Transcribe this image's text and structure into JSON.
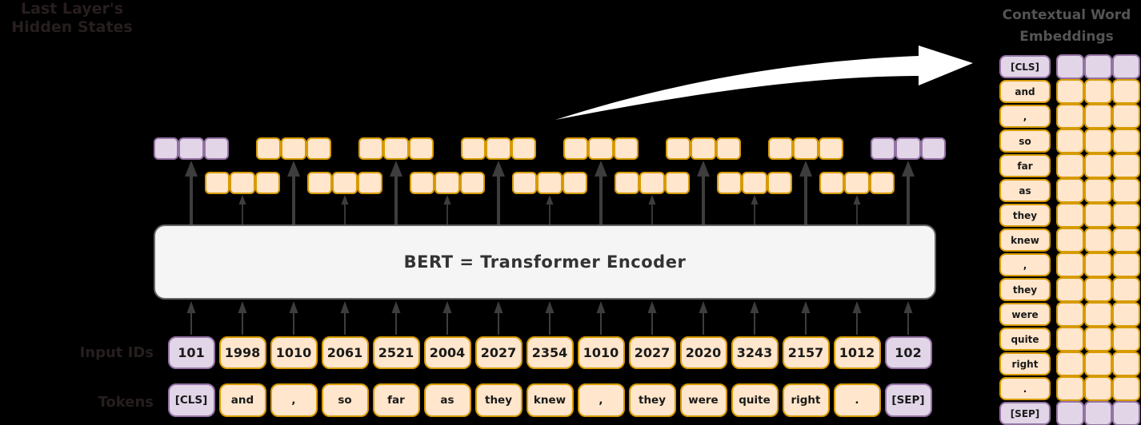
{
  "labels": {
    "hidden_states_line1": "Last Layer's",
    "hidden_states_line2": "Hidden States",
    "input_ids": "Input IDs",
    "tokens": "Tokens",
    "encoder": "BERT = Transformer Encoder",
    "embeddings_title_line1": "Contextual Word",
    "embeddings_title_line2": "Embeddings"
  },
  "sequence": {
    "tokens": [
      "[CLS]",
      "and",
      ",",
      "so",
      "far",
      "as",
      "they",
      "knew",
      ",",
      "they",
      "were",
      "quite",
      "right",
      ".",
      "[SEP]"
    ],
    "input_ids": [
      "101",
      "1998",
      "1010",
      "2061",
      "2521",
      "2004",
      "2027",
      "2354",
      "1010",
      "2027",
      "2020",
      "3243",
      "2157",
      "1012",
      "102"
    ],
    "special_token_indices": [
      0,
      14
    ]
  },
  "hidden_states": {
    "cells_per_group": 3,
    "stagger_pattern": [
      "upper",
      "lower"
    ]
  },
  "embeddings_panel": {
    "cells_per_row": 3
  },
  "colors": {
    "background": "#000000",
    "orange_fill": "#ffe6cc",
    "orange_border": "#d79b00",
    "purple_fill": "#e1d5e7",
    "purple_border": "#9673a6",
    "encoder_fill": "#f5f5f5",
    "encoder_border": "#666666",
    "arrow_dark": "#3d3d3d",
    "flow_arrow": "#ffffff"
  }
}
